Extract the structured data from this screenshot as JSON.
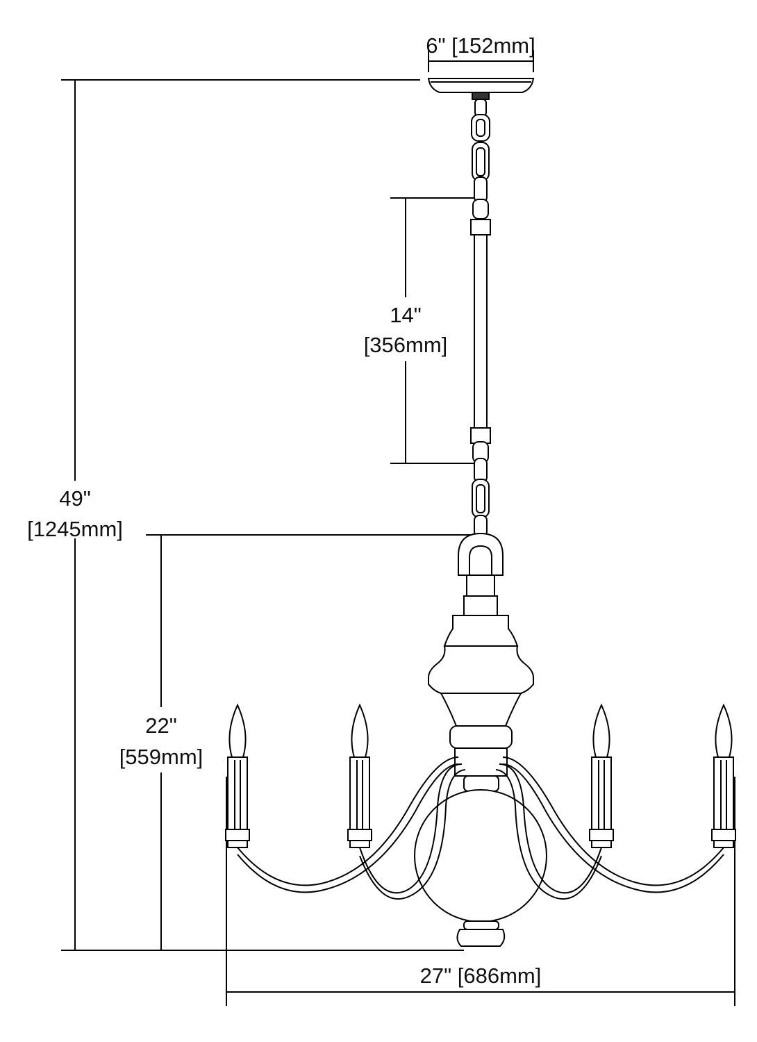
{
  "diagram": {
    "title": "Chandelier dimension drawing",
    "dimensions": {
      "canopy_width": {
        "imperial": "6\"",
        "metric": "[152mm]",
        "label": "6\" [152mm]"
      },
      "overall_height": {
        "imperial": "49\"",
        "metric": "[1245mm]"
      },
      "rod_length": {
        "imperial": "14\"",
        "metric": "[356mm]"
      },
      "body_height": {
        "imperial": "22\"",
        "metric": "[559mm]"
      },
      "overall_width": {
        "imperial": "27\"",
        "metric": "[686mm]",
        "label": "27\" [686mm]"
      }
    },
    "candle_count": 4
  }
}
